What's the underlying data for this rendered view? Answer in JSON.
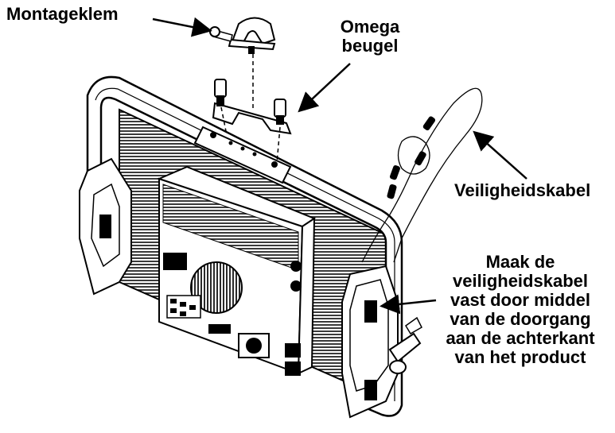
{
  "labels": {
    "mounting_clamp": "Montageklem",
    "omega_bracket": [
      "Omega",
      "beugel"
    ],
    "safety_cable": "Veiligheidskabel",
    "instruction": [
      "Maak de",
      "veiligheidskabel",
      "vast door middel",
      "van de doorgang",
      "aan de achterkant",
      "van het product"
    ]
  },
  "colors": {
    "line": "#000000",
    "fin": "#3a3a3a",
    "background": "#ffffff"
  },
  "icons": [
    "mounting-clamp-icon",
    "omega-bracket-icon",
    "fixture-icon",
    "safety-cable-icon"
  ]
}
